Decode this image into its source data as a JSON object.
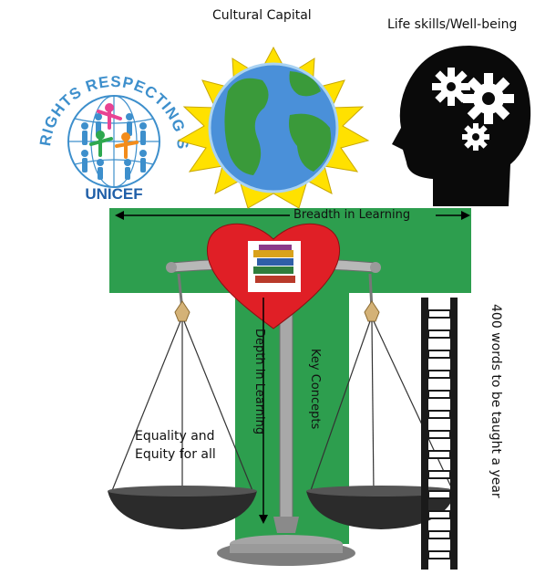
{
  "labels": {
    "cultural_capital": "Cultural Capital",
    "life_skills": "Life skills/Well-being",
    "breadth": "Breadth in Learning",
    "depth": "Depth in Learning",
    "key_concepts": "Key Concepts",
    "equality_line1": "Equality and",
    "equality_line2": "Equity for all",
    "vocabulary": "400 words  to be taught a year"
  },
  "logo": {
    "arc_text": "RIGHTS RESPECTING SCHOOL",
    "bottom_text": "UNICEF"
  },
  "colors": {
    "green": "#2d9e4e",
    "heart": "#e01f26",
    "globe_ocean": "#4a90d9",
    "globe_land": "#3a9a3a",
    "sun": "#ffe100",
    "logo_blue": "#3d8fcc",
    "scale_pan": "#2b2b2b"
  },
  "icons": [
    "sun-icon",
    "globe-icon",
    "head-gears-icon",
    "books-icon",
    "ladder-icon",
    "balance-scale-icon"
  ]
}
